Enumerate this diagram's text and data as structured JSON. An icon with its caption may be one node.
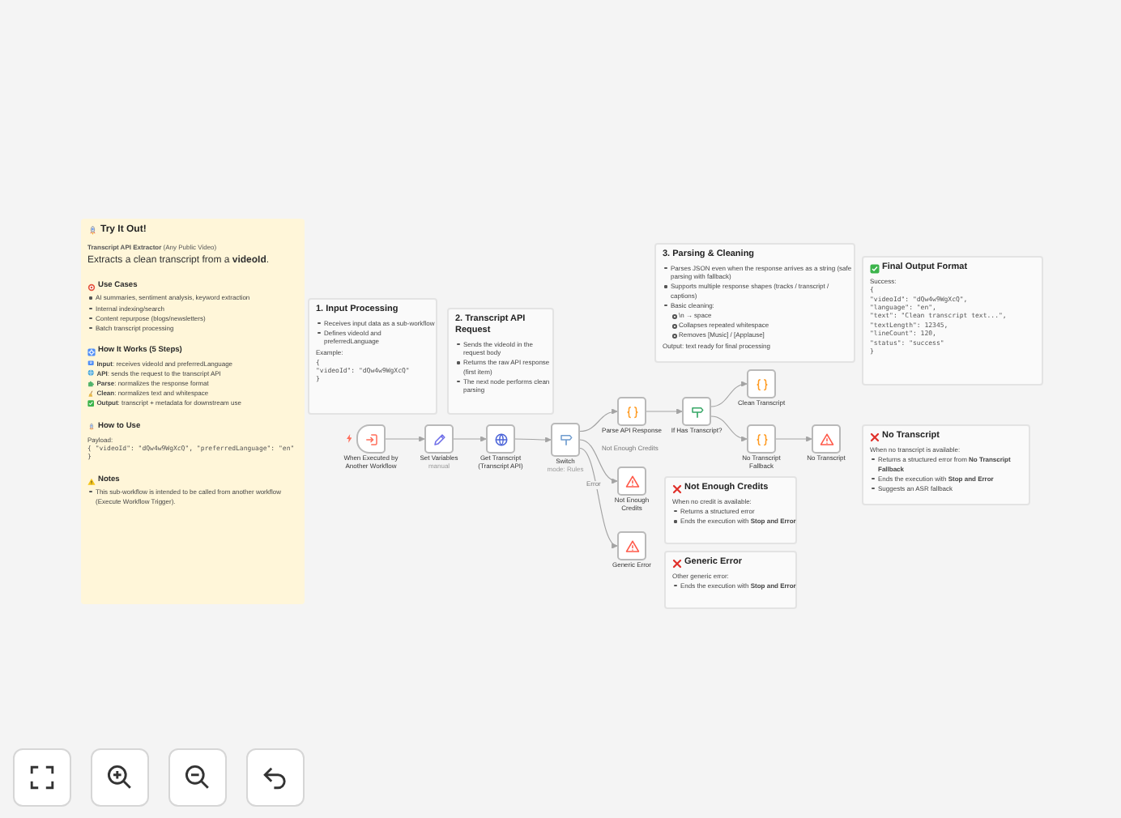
{
  "diagram": {
    "nodes": [
      {
        "text": [
          "Try It Out!",
          "**Transcript API Extractor** (Any Public Video)",
          "Extracts a clean transcript from a **videoId**.",
          "Use Cases",
          "AI summaries, sentiment analysis, keyword extraction",
          "Internal indexing/search",
          "Content repurpose (blogs/newsletters)",
          "Batch transcript processing",
          "How It Works (5 Steps)",
          "**Input**: receives videoId and preferredLanguage",
          "**API**: sends the request to the transcript API",
          "**Parse**: normalizes the response format",
          "**Clean**: normalizes text and whitespace",
          "**Output**: transcript + metadata for downstream use",
          "How to Use",
          "Payload:",
          "{ \"videoId\": \"dQw4w9WgXcQ\", \"preferredLanguage\": \"en\" }",
          "Notes",
          "This sub-workflow is intended to be called from another workflow (Execute Workflow Trigger)."
        ]
      },
      {
        "text": [
          "1. Input Processing",
          "Receives input data as a sub-workflow",
          "Defines videoId and preferredLanguage",
          "Example:",
          "{",
          "\"videoId\": \"dQw4w9WgXcQ\"",
          "}"
        ]
      },
      {
        "text": [
          "2. Transcript API Request",
          "Sends the videoId in the request body",
          "Returns the raw API response (first item)",
          "The next node performs clean parsing"
        ]
      },
      {
        "text": [
          "3. Parsing & Cleaning",
          "Parses JSON even when the response arrives as a string (safe parsing with fallback)",
          "Supports multiple response shapes (tracks / transcript / captions)",
          "Basic cleaning:",
          "\\n → space",
          "Collapses repeated whitespace",
          "Removes [Music] / [Applause]",
          "Output: text ready for final processing"
        ]
      },
      {
        "text": [
          "Final Output Format",
          "Success:",
          "{",
          "\"videoId\": \"dQw4w9WgXcQ\",",
          "\"language\": \"en\",",
          "\"text\": \"Clean transcript text...\",",
          "\"textLength\": 12345,",
          "\"lineCount\": 120,",
          "\"status\": \"success\"",
          "}"
        ]
      },
      {
        "text": [
          "Not Enough Credits",
          "When no credit is available:",
          "Returns a structured error",
          "Ends the execution with **Stop and Error**"
        ]
      },
      {
        "text": [
          "Generic Error",
          "Other generic error:",
          "Ends the execution with **Stop and Error**"
        ]
      },
      {
        "text": [
          "No Transcript",
          "When no transcript is available:",
          "Returns a structured error from **No Transcript Fallback**",
          "Ends the execution with **Stop and Error**",
          "Suggests an ASR fallback"
        ]
      },
      {
        "text": [
          "When Executed by Another Workflow"
        ]
      },
      {
        "text": [
          "Set Variables"
        ],
        "beside": [
          "manual"
        ]
      },
      {
        "text": [
          "Get Transcript (Transcript API)"
        ]
      },
      {
        "text": [
          "Switch"
        ],
        "beside": [
          "mode: Rules"
        ]
      },
      {
        "text": [
          "Parse API Response"
        ]
      },
      {
        "text": [
          "If Has Transcript?"
        ]
      },
      {
        "text": [
          "Clean Transcript"
        ]
      },
      {
        "text": [
          "No Transcript Fallback"
        ]
      },
      {
        "text": [
          "No Transcript"
        ]
      },
      {
        "text": [
          "Not Enough Credits"
        ]
      },
      {
        "text": [
          "Generic Error"
        ]
      }
    ],
    "edges": [
      {
        "from": 8,
        "to": 9,
        "arrow": "to"
      },
      {
        "from": 9,
        "to": 10,
        "arrow": "to"
      },
      {
        "from": 10,
        "to": 11,
        "arrow": "to"
      },
      {
        "from": 11,
        "to": 12,
        "arrow": "to"
      },
      {
        "from": 11,
        "to": 17,
        "arrow": "to",
        "label": "Not Enough Credits"
      },
      {
        "from": 11,
        "to": 18,
        "arrow": "to",
        "label": "Error"
      },
      {
        "from": 12,
        "to": 13,
        "arrow": "to"
      },
      {
        "from": 13,
        "to": 14,
        "arrow": "to"
      },
      {
        "from": 13,
        "to": 15,
        "arrow": "to"
      },
      {
        "from": 15,
        "to": 16,
        "arrow": "to"
      }
    ]
  }
}
